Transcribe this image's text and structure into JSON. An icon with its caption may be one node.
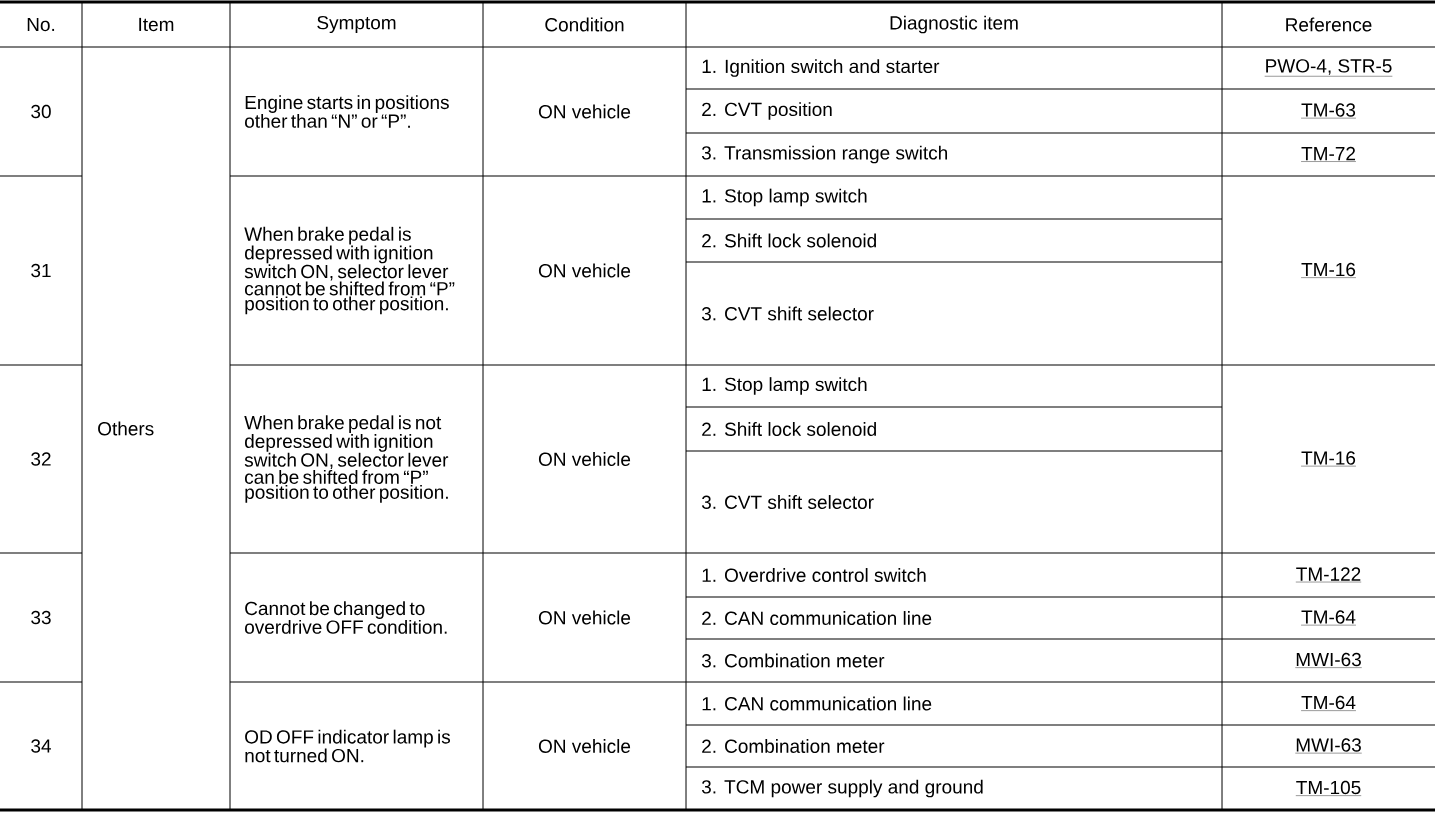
{
  "diagram": {
    "labels": [
      "No.",
      "Item",
      "Symptom",
      "Condition",
      "Diagnostic item",
      "Reference",
      "30",
      "Others",
      "Engine starts in positions other than “N” or “P”.",
      "ON vehicle",
      "1. Ignition switch and starter",
      "PWO-4, STR-5",
      "2. CVT position",
      "TM-63",
      "3. Transmission range switch",
      "TM-72",
      "31",
      "When brake pedal is depressed with ignition switch ON, selector lever cannot be shifted from “P” position to other position.",
      "ON vehicle",
      "1. Stop lamp switch",
      "TM-16",
      "2. Shift lock solenoid",
      "3. CVT shift selector",
      "32",
      "When brake pedal is not depressed with ignition switch ON, selector lever can be shifted from “P” position to other position.",
      "ON vehicle",
      "1. Stop lamp switch",
      "TM-16",
      "2. Shift lock solenoid",
      "3. CVT shift selector",
      "33",
      "Cannot be changed to overdrive OFF condition.",
      "ON vehicle",
      "1. Overdrive control switch",
      "TM-122",
      "2. CAN communication line",
      "TM-64",
      "3. Combination meter",
      "MWI-63",
      "34",
      "OD OFF indicator lamp is not turned ON.",
      "ON vehicle",
      "1. CAN communication line",
      "TM-64",
      "2. Combination meter",
      "MWI-63",
      "3. TCM power supply and ground",
      "TM-105"
    ]
  }
}
